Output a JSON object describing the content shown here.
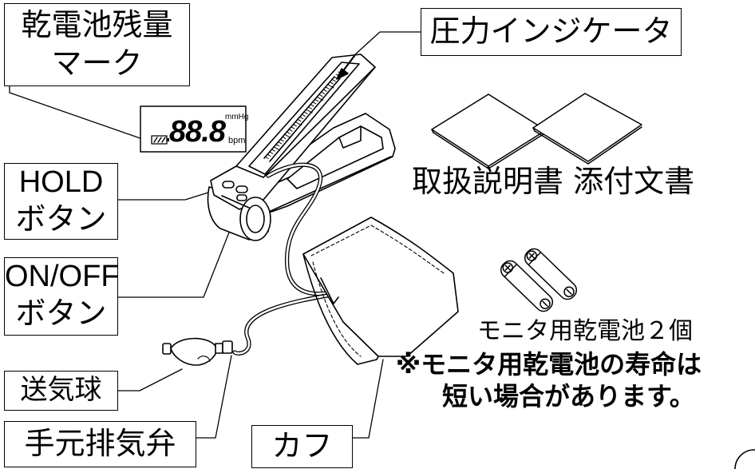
{
  "labels": {
    "battery_mark": {
      "line1": "乾電池残量",
      "line2": "マーク"
    },
    "pressure_indicator": "圧力インジケータ",
    "hold_button": {
      "line1": "HOLD",
      "line2": "ボタン"
    },
    "onoff_button": {
      "line1": "ON/OFF",
      "line2": "ボタン"
    },
    "bulb": "送気球",
    "release_valve": "手元排気弁",
    "cuff": "カフ",
    "manuals": "取扱説明書 添付文書",
    "batteries": "モニタ用乾電池２個"
  },
  "lcd": {
    "digits": "88.8",
    "unit_top": "mmHg",
    "unit_bottom": "bpm"
  },
  "notes": {
    "line1": "※モニタ用乾電池の寿命は",
    "line2": "短い場合があります。"
  }
}
